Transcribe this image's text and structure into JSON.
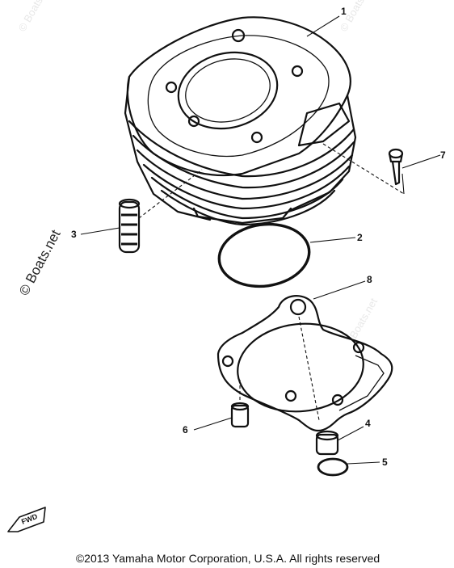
{
  "callouts": {
    "c1": "1",
    "c2": "2",
    "c3": "3",
    "c4": "4",
    "c5": "5",
    "c6": "6",
    "c7": "7",
    "c8": "8"
  },
  "watermark": "© Boats.net",
  "fwd_label": "FWD",
  "copyright": "©2013 Yamaha Motor Corporation, U.S.A. All rights reserved"
}
